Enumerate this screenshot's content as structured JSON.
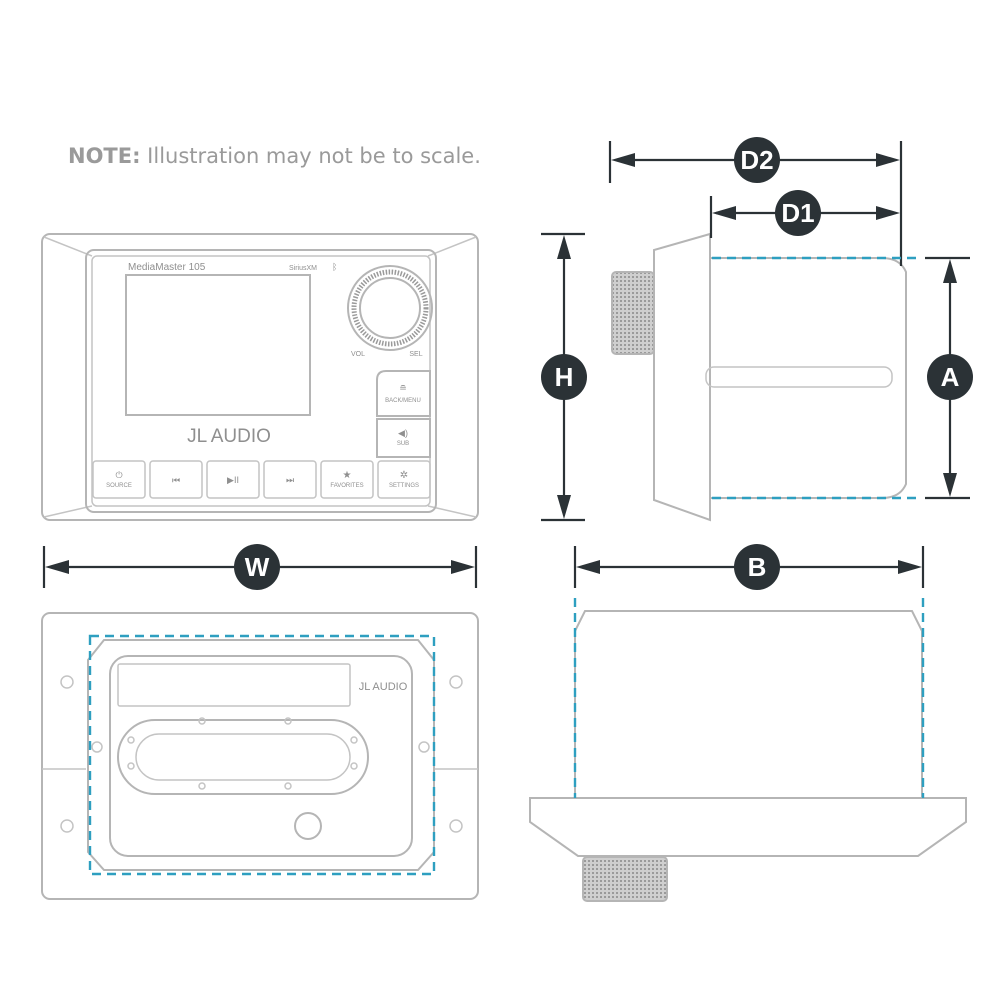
{
  "note": {
    "bold": "NOTE:",
    "text": " Illustration may not be to scale."
  },
  "device": {
    "model": "MediaMaster 105",
    "brand": "JL AUDIO",
    "siriusxm": "SiriusXM",
    "knob_labels": {
      "vol": "VOL",
      "sel": "SEL"
    },
    "side_buttons": [
      {
        "label": "BACK/MENU",
        "icon": "back-menu-icon"
      },
      {
        "label": "SUB",
        "icon": "speaker-icon"
      }
    ],
    "bottom_buttons": [
      {
        "label": "SOURCE",
        "icon": "power-icon"
      },
      {
        "label": "",
        "icon": "previous-track-icon"
      },
      {
        "label": "",
        "icon": "play-pause-icon"
      },
      {
        "label": "",
        "icon": "next-track-icon"
      },
      {
        "label": "FAVORITES",
        "icon": "star-icon"
      },
      {
        "label": "SETTINGS",
        "icon": "gear-icon"
      }
    ]
  },
  "back_brand": "JL AUDIO",
  "dimensions": {
    "d2": "D2",
    "d1": "D1",
    "h": "H",
    "a": "A",
    "w": "W",
    "b": "B"
  },
  "colors": {
    "outline": "#b5b5b5",
    "dimension": "#2b3236",
    "cutout_dash": "#2e9fc0"
  }
}
